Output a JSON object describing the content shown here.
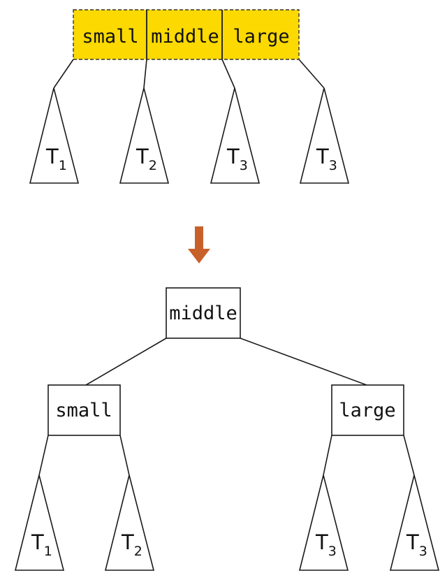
{
  "top_node": {
    "keys": [
      "small",
      "middle",
      "large"
    ],
    "fill_color": "#fcd900",
    "border_style": "dashed"
  },
  "top_subtrees": [
    {
      "base": "T",
      "sub": "1"
    },
    {
      "base": "T",
      "sub": "2"
    },
    {
      "base": "T",
      "sub": "3"
    },
    {
      "base": "T",
      "sub": "3"
    }
  ],
  "arrow": {
    "color": "#c8602a",
    "direction": "down"
  },
  "result": {
    "root": "middle",
    "left": "small",
    "right": "large",
    "left_subtrees": [
      {
        "base": "T",
        "sub": "1"
      },
      {
        "base": "T",
        "sub": "2"
      }
    ],
    "right_subtrees": [
      {
        "base": "T",
        "sub": "3"
      },
      {
        "base": "T",
        "sub": "3"
      }
    ]
  }
}
